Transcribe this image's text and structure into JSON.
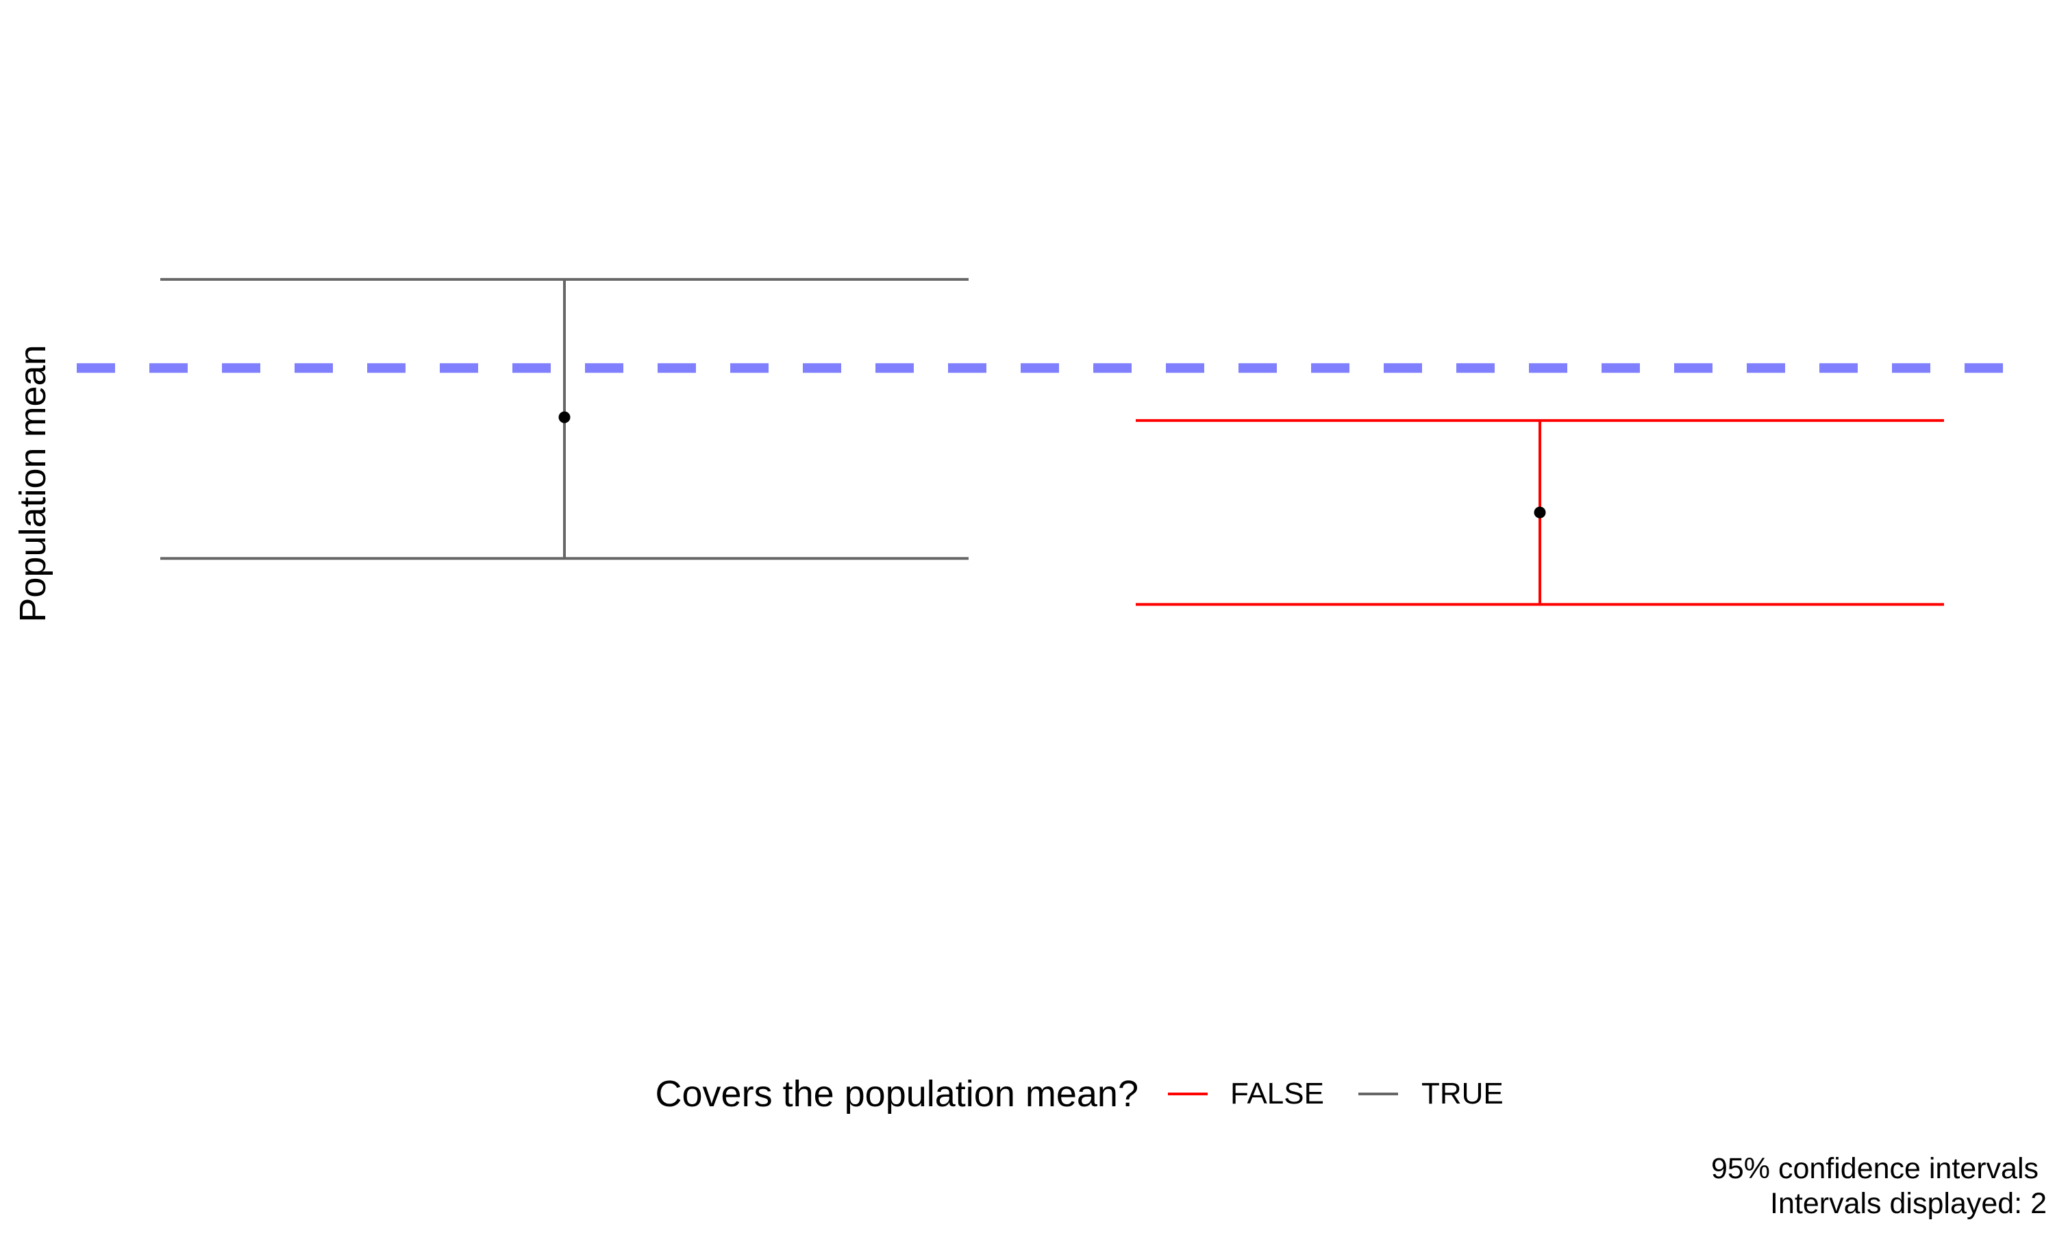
{
  "chart_data": {
    "type": "errorbar",
    "title": "",
    "xlabel": "",
    "ylabel": "Population mean",
    "population_mean": 0.2,
    "ylim": [
      -1.6,
      1.3
    ],
    "grid": false,
    "intervals": [
      {
        "x": 1,
        "estimate": 0.05,
        "lower": -0.38,
        "upper": 0.47,
        "covers": "TRUE",
        "color": "#666666"
      },
      {
        "x": 2,
        "estimate": -0.24,
        "lower": -0.52,
        "upper": 0.04,
        "covers": "FALSE",
        "color": "#ff0000"
      }
    ],
    "reference_line_color": "#8080ff",
    "point_color": "#000000",
    "legend": {
      "title": "Covers the population mean?",
      "position": "bottom",
      "items": [
        {
          "label": "FALSE",
          "color": "#ff0000"
        },
        {
          "label": "TRUE",
          "color": "#666666"
        }
      ]
    },
    "caption": [
      "95% confidence intervals",
      "Intervals displayed: 2"
    ]
  }
}
